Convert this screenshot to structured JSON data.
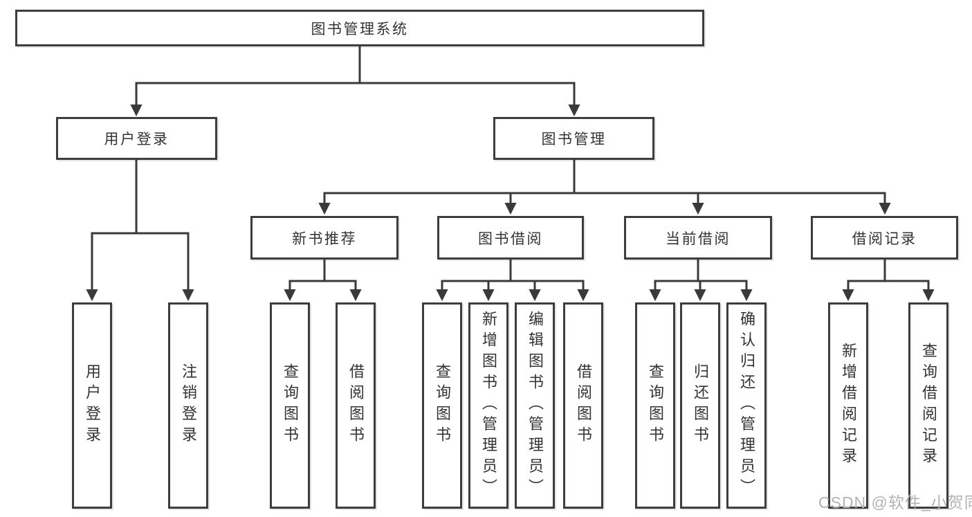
{
  "tree": {
    "root": {
      "label": "图书管理系统"
    },
    "branches": [
      {
        "label": "用户登录",
        "children": [
          {
            "label": "用户登录"
          },
          {
            "label": "注销登录"
          }
        ]
      },
      {
        "label": "图书管理",
        "children": [
          {
            "label": "新书推荐",
            "children": [
              {
                "label": "查询图书"
              },
              {
                "label": "借阅图书"
              }
            ]
          },
          {
            "label": "图书借阅",
            "children": [
              {
                "label": "查询图书"
              },
              {
                "label": "新增图书（管理员）"
              },
              {
                "label": "编辑图书（管理员）"
              },
              {
                "label": "借阅图书"
              }
            ]
          },
          {
            "label": "当前借阅",
            "children": [
              {
                "label": "查询图书"
              },
              {
                "label": "归还图书"
              },
              {
                "label": "确认归还（管理员）"
              }
            ]
          },
          {
            "label": "借阅记录",
            "children": [
              {
                "label": "新增借阅记录"
              },
              {
                "label": "查询借阅记录"
              }
            ]
          }
        ]
      }
    ]
  },
  "watermark": "CSDN @软件_小贺同学",
  "colors": {
    "background": "#ffffff",
    "box_border": "#3d3d3d",
    "connector_line": "#3a3a3a",
    "text": "#333333",
    "watermark_text": "#b3b3b3"
  }
}
